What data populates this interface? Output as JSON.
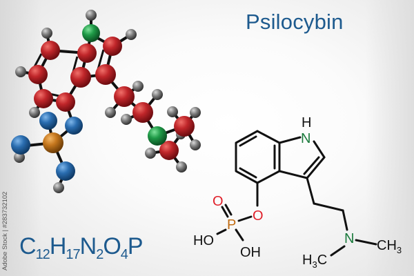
{
  "title": "Psilocybin",
  "formula": {
    "parts": [
      {
        "el": "C",
        "n": "12"
      },
      {
        "el": "H",
        "n": "17"
      },
      {
        "el": "N",
        "n": "2"
      },
      {
        "el": "O",
        "n": "4"
      },
      {
        "el": "P",
        "n": ""
      }
    ]
  },
  "watermark": "Adobe Stock | #283732102",
  "colors": {
    "title": "#1d5a8e",
    "carbon_ball": "#c0262a",
    "nitrogen_ball": "#1f9a47",
    "hydrogen_ball": "#7c7c7c",
    "oxygen_ball": "#2a6db0",
    "phosphorus_ball": "#c5771e",
    "skeletal_oxygen": "#e0202a",
    "skeletal_nitrogen": "#1a7a3c",
    "skeletal_phosphorus": "#c06a10"
  },
  "skeletal": {
    "labels": {
      "nh_h": "H",
      "nh_n": "N",
      "o_double": "O",
      "p": "P",
      "o_ester": "O",
      "ho": "HO",
      "oh": "OH",
      "amine_n": "N",
      "ch3_right": "CH",
      "ch3_right_sub": "3",
      "h3c_h": "H",
      "h3c_sub": "3",
      "h3c_c": "C"
    }
  }
}
